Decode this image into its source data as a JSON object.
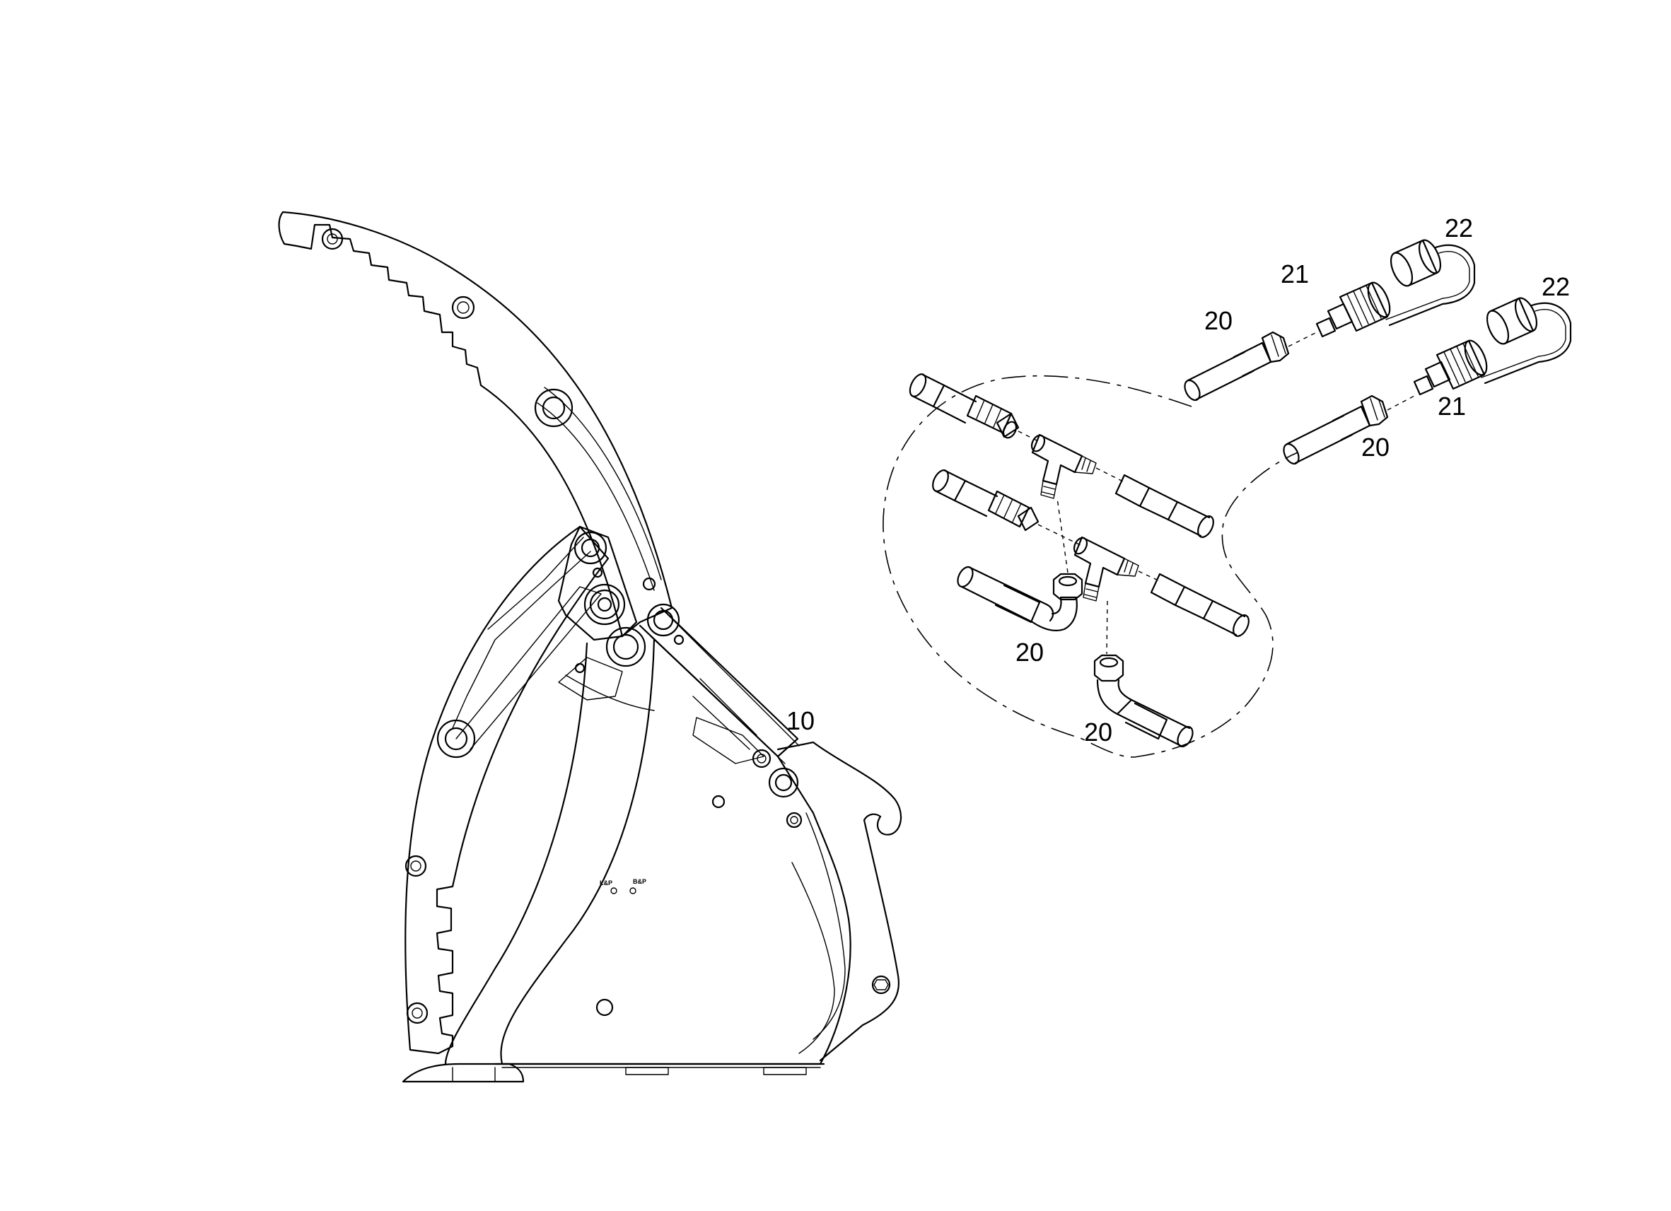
{
  "diagram": {
    "callouts": [
      {
        "id": "c10",
        "text": "10"
      },
      {
        "id": "c20a",
        "text": "20"
      },
      {
        "id": "c20b",
        "text": "20"
      },
      {
        "id": "c20c",
        "text": "20"
      },
      {
        "id": "c20d",
        "text": "20"
      },
      {
        "id": "c21a",
        "text": "21"
      },
      {
        "id": "c21b",
        "text": "21"
      },
      {
        "id": "c22a",
        "text": "22"
      },
      {
        "id": "c22b",
        "text": "22"
      }
    ],
    "markings": {
      "left": "L&P",
      "right": "B&P"
    }
  }
}
